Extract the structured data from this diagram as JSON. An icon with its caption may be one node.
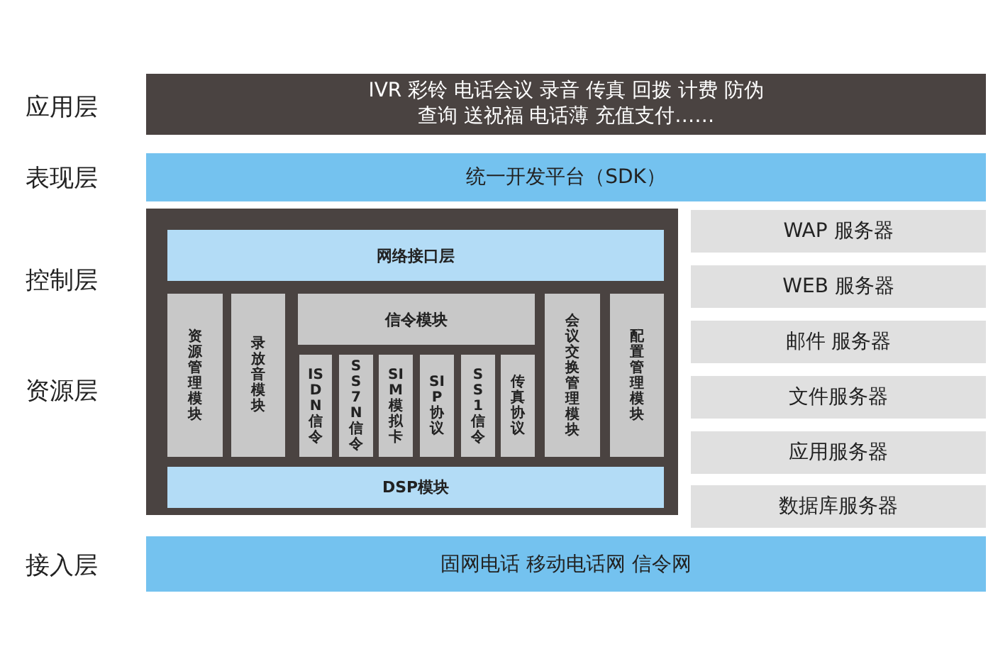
{
  "diagram": {
    "nodes": [
      {
        "text": [
          "IVR 彩铃 电话会议 录音 传真 回拨 计费 防伪查询 送祝福 电话薄 充值支付……"
        ]
      },
      {
        "text": [
          "统一开发平台（SDK）"
        ]
      },
      {
        "text": [],
        "shape": "box"
      },
      {
        "text": [
          "网络接口层"
        ],
        "in": 2
      },
      {
        "text": [
          "资源管理模块"
        ],
        "in": 2
      },
      {
        "text": [
          "录放音模块"
        ],
        "in": 2
      },
      {
        "text": [
          "信令模块"
        ],
        "in": 2
      },
      {
        "text": [
          "ISDN信令"
        ],
        "in": 2
      },
      {
        "text": [
          "SS7N信令"
        ],
        "in": 2
      },
      {
        "text": [
          "SIM模拟卡"
        ],
        "in": 2
      },
      {
        "text": [
          "SIP协议"
        ],
        "in": 2
      },
      {
        "text": [
          "SS1信令"
        ],
        "in": 2
      },
      {
        "text": [
          "传真协议"
        ],
        "in": 2
      },
      {
        "text": [
          "会议交换管理模块"
        ],
        "in": 2
      },
      {
        "text": [
          "配置管理模块"
        ],
        "in": 2
      },
      {
        "text": [
          "DSP模块"
        ],
        "in": 2
      },
      {
        "text": [
          "WAP 服务器"
        ]
      },
      {
        "text": [
          "WEB 服务器"
        ]
      },
      {
        "text": [
          "邮件 服务器"
        ]
      },
      {
        "text": [
          "文件服务器"
        ]
      },
      {
        "text": [
          "应用服务器"
        ]
      },
      {
        "text": [
          "数据库服务器"
        ]
      },
      {
        "text": [
          "固网电话 移动电话网 信令网"
        ]
      }
    ],
    "labels": [
      "应用层",
      "表现层",
      "控制层",
      "资源层",
      "接入层"
    ]
  }
}
